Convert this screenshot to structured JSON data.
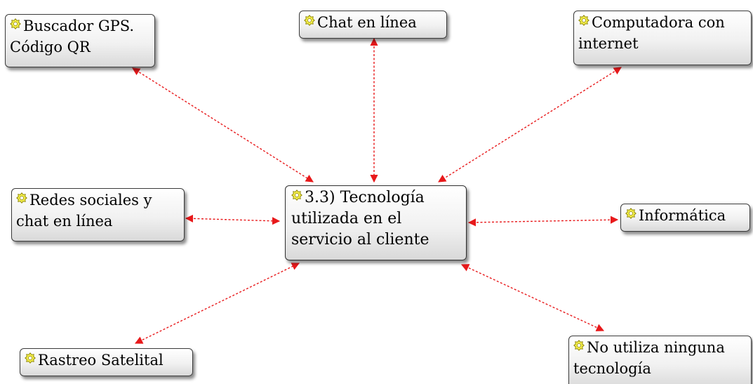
{
  "central_node": {
    "label_lines": [
      "3.3) Tecnología",
      "utilizada en el",
      "servicio al cliente"
    ],
    "icon": "concept-icon"
  },
  "nodes": [
    {
      "id": "buscador-gps",
      "label_lines": [
        "Buscador GPS.",
        "Código QR"
      ],
      "icon": "concept-icon"
    },
    {
      "id": "chat-en-linea",
      "label_lines": [
        "Chat en línea"
      ],
      "icon": "concept-icon"
    },
    {
      "id": "computadora",
      "label_lines": [
        "Computadora con",
        "internet"
      ],
      "icon": "concept-icon"
    },
    {
      "id": "redes-sociales",
      "label_lines": [
        "Redes sociales y",
        "chat en línea"
      ],
      "icon": "concept-icon"
    },
    {
      "id": "informatica",
      "label_lines": [
        "Informática"
      ],
      "icon": "concept-icon"
    },
    {
      "id": "rastreo-satelital",
      "label_lines": [
        "Rastreo Satelital"
      ],
      "icon": "concept-icon"
    },
    {
      "id": "no-utiliza",
      "label_lines": [
        "No utiliza ninguna",
        "tecnología"
      ],
      "icon": "concept-icon"
    }
  ],
  "colors": {
    "link": "#e8191b",
    "node_border": "#3a3a3a",
    "icon_fill": "#f3ee4a",
    "icon_stroke": "#8a8200"
  }
}
